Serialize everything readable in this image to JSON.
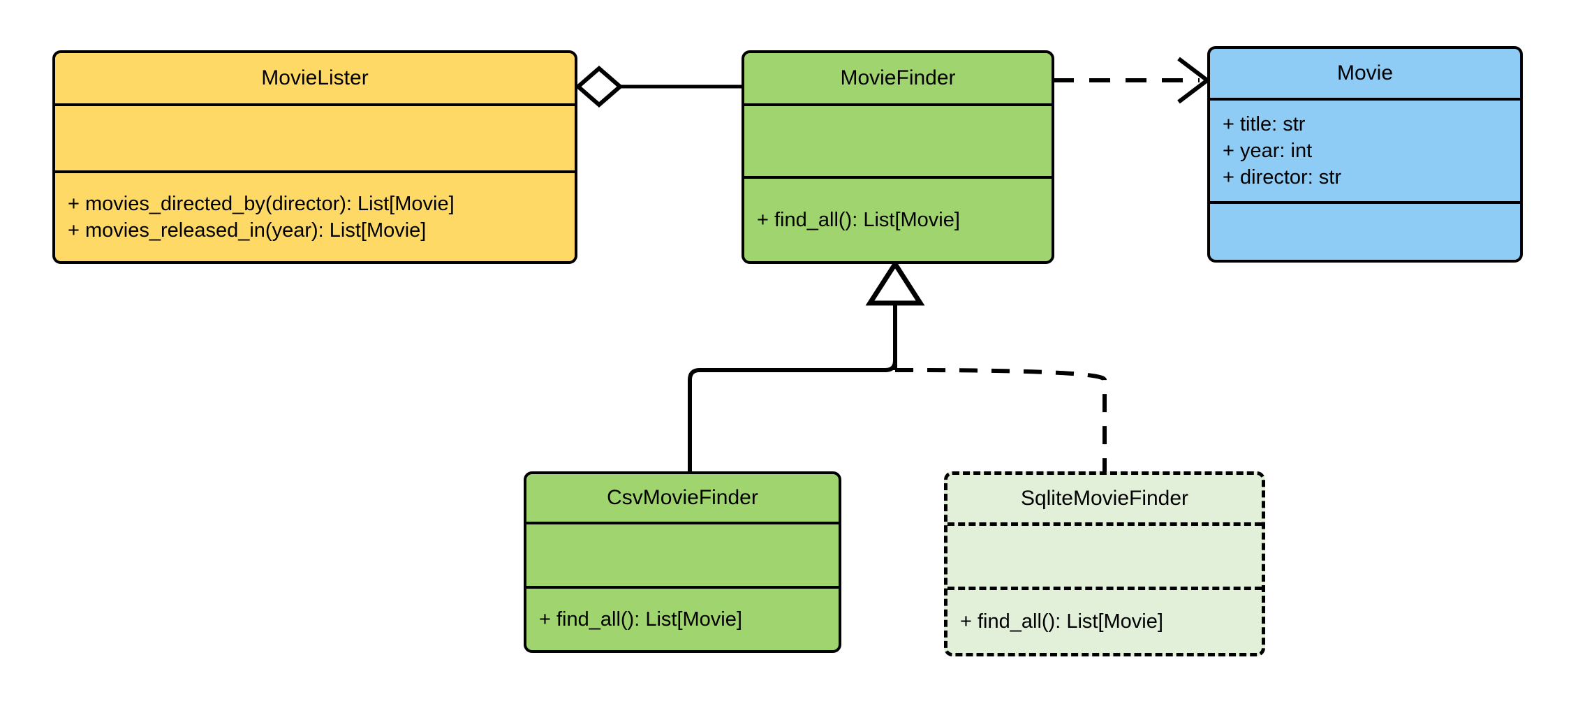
{
  "diagram": {
    "type": "uml-class-diagram",
    "title": "MovieLister dependency injection class diagram",
    "background": "#FFFFFF",
    "stroke": "#000000"
  },
  "palette": {
    "yellow": "#FFD966",
    "green": "#9FD46E",
    "blue": "#8ECCF5",
    "light_green": "#E2F0D9",
    "black": "#000000",
    "white": "#FFFFFF"
  },
  "classes": [
    {
      "id": "movie-lister",
      "name": "MovieLister",
      "fill": "#FFD966",
      "border": "solid",
      "attributes": [],
      "methods": [
        "+ movies_directed_by(director): List[Movie]",
        "+ movies_released_in(year): List[Movie]"
      ]
    },
    {
      "id": "movie-finder",
      "name": "MovieFinder",
      "fill": "#9FD46E",
      "border": "solid",
      "attributes": [],
      "methods": [
        "+ find_all(): List[Movie]"
      ]
    },
    {
      "id": "movie",
      "name": "Movie",
      "fill": "#8ECCF5",
      "border": "solid",
      "attributes": [
        "+ title: str",
        "+ year: int",
        "+ director: str"
      ],
      "methods": []
    },
    {
      "id": "csv-movie-finder",
      "name": "CsvMovieFinder",
      "fill": "#9FD46E",
      "border": "solid",
      "attributes": [],
      "methods": [
        "+ find_all(): List[Movie]"
      ]
    },
    {
      "id": "sqlite-movie-finder",
      "name": "SqliteMovieFinder",
      "fill": "#E2F0D9",
      "border": "dashed",
      "attributes": [],
      "methods": [
        "+ find_all(): List[Movie]"
      ]
    }
  ],
  "relationships": [
    {
      "id": "lister-finder",
      "kind": "aggregation",
      "source": "MovieLister",
      "target": "MovieFinder",
      "line": "solid",
      "source_marker": "hollow-diamond",
      "target_marker": "none"
    },
    {
      "id": "finder-movie",
      "kind": "dependency",
      "source": "MovieFinder",
      "target": "Movie",
      "line": "dashed",
      "source_marker": "none",
      "target_marker": "open-arrow"
    },
    {
      "id": "csv-finder",
      "kind": "generalization",
      "source": "CsvMovieFinder",
      "target": "MovieFinder",
      "line": "solid",
      "source_marker": "none",
      "target_marker": "hollow-triangle"
    },
    {
      "id": "sqlite-finder",
      "kind": "generalization",
      "source": "SqliteMovieFinder",
      "target": "MovieFinder",
      "line": "dashed",
      "source_marker": "none",
      "target_marker": "hollow-triangle"
    }
  ]
}
